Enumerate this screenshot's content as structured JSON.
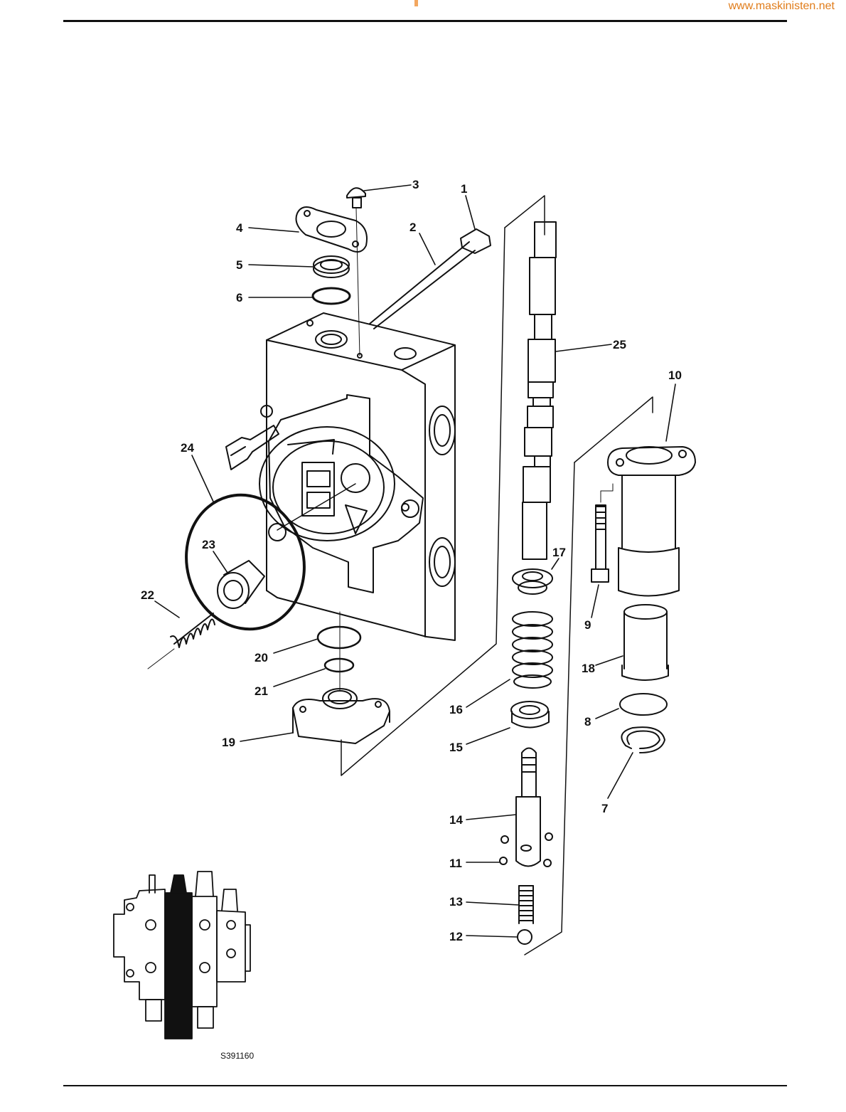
{
  "header": {
    "site_url": "www.maskinisten.net"
  },
  "diagram": {
    "figure_ref": "S391160",
    "callouts": [
      "1",
      "2",
      "3",
      "4",
      "5",
      "6",
      "7",
      "8",
      "9",
      "10",
      "11",
      "12",
      "13",
      "14",
      "15",
      "16",
      "17",
      "18",
      "19",
      "20",
      "21",
      "22",
      "23",
      "24",
      "25"
    ]
  },
  "colors": {
    "url_color": "#e07c1a",
    "line_color": "#111111"
  }
}
